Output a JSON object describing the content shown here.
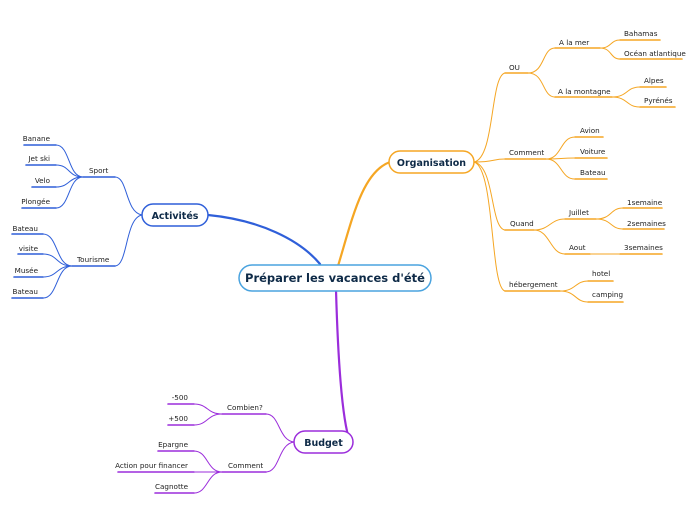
{
  "root": {
    "label": "Préparer les vacances d'été"
  },
  "colors": {
    "organisation": "#f5a623",
    "activites": "#2f5fd9",
    "budget": "#9b2ddb",
    "root_border": "#4aa3df"
  },
  "organisation": {
    "label": "Organisation",
    "ou": {
      "label": "OU",
      "a_la_mer": {
        "label": "A la mer",
        "items": [
          "Bahamas",
          "Océan atlantique"
        ]
      },
      "a_la_montagne": {
        "label": "A la montagne",
        "items": [
          "Alpes",
          "Pyrénés"
        ]
      }
    },
    "comment": {
      "label": "Comment",
      "items": [
        "Avion",
        "Voiture",
        "Bateau"
      ]
    },
    "quand": {
      "label": "Quand",
      "juillet": {
        "label": "Juillet",
        "items": [
          "1semaine",
          "2semaines"
        ]
      },
      "aout": {
        "label": "Aout",
        "items": [
          "3semaines"
        ]
      }
    },
    "hebergement": {
      "label": "hébergement",
      "items": [
        "hotel",
        "camping"
      ]
    }
  },
  "activites": {
    "label": "Activités",
    "sport": {
      "label": "Sport",
      "items": [
        "Banane",
        "Jet ski",
        "Velo",
        "Plongée"
      ]
    },
    "tourisme": {
      "label": "Tourisme",
      "items": [
        "Bateau",
        "visite",
        "Musée",
        "Bateau"
      ]
    }
  },
  "budget": {
    "label": "Budget",
    "combien": {
      "label": "Combien?",
      "items": [
        "-500",
        "+500"
      ]
    },
    "comment": {
      "label": "Comment",
      "items": [
        "Epargne",
        "Action pour financer",
        "Cagnotte"
      ]
    }
  }
}
